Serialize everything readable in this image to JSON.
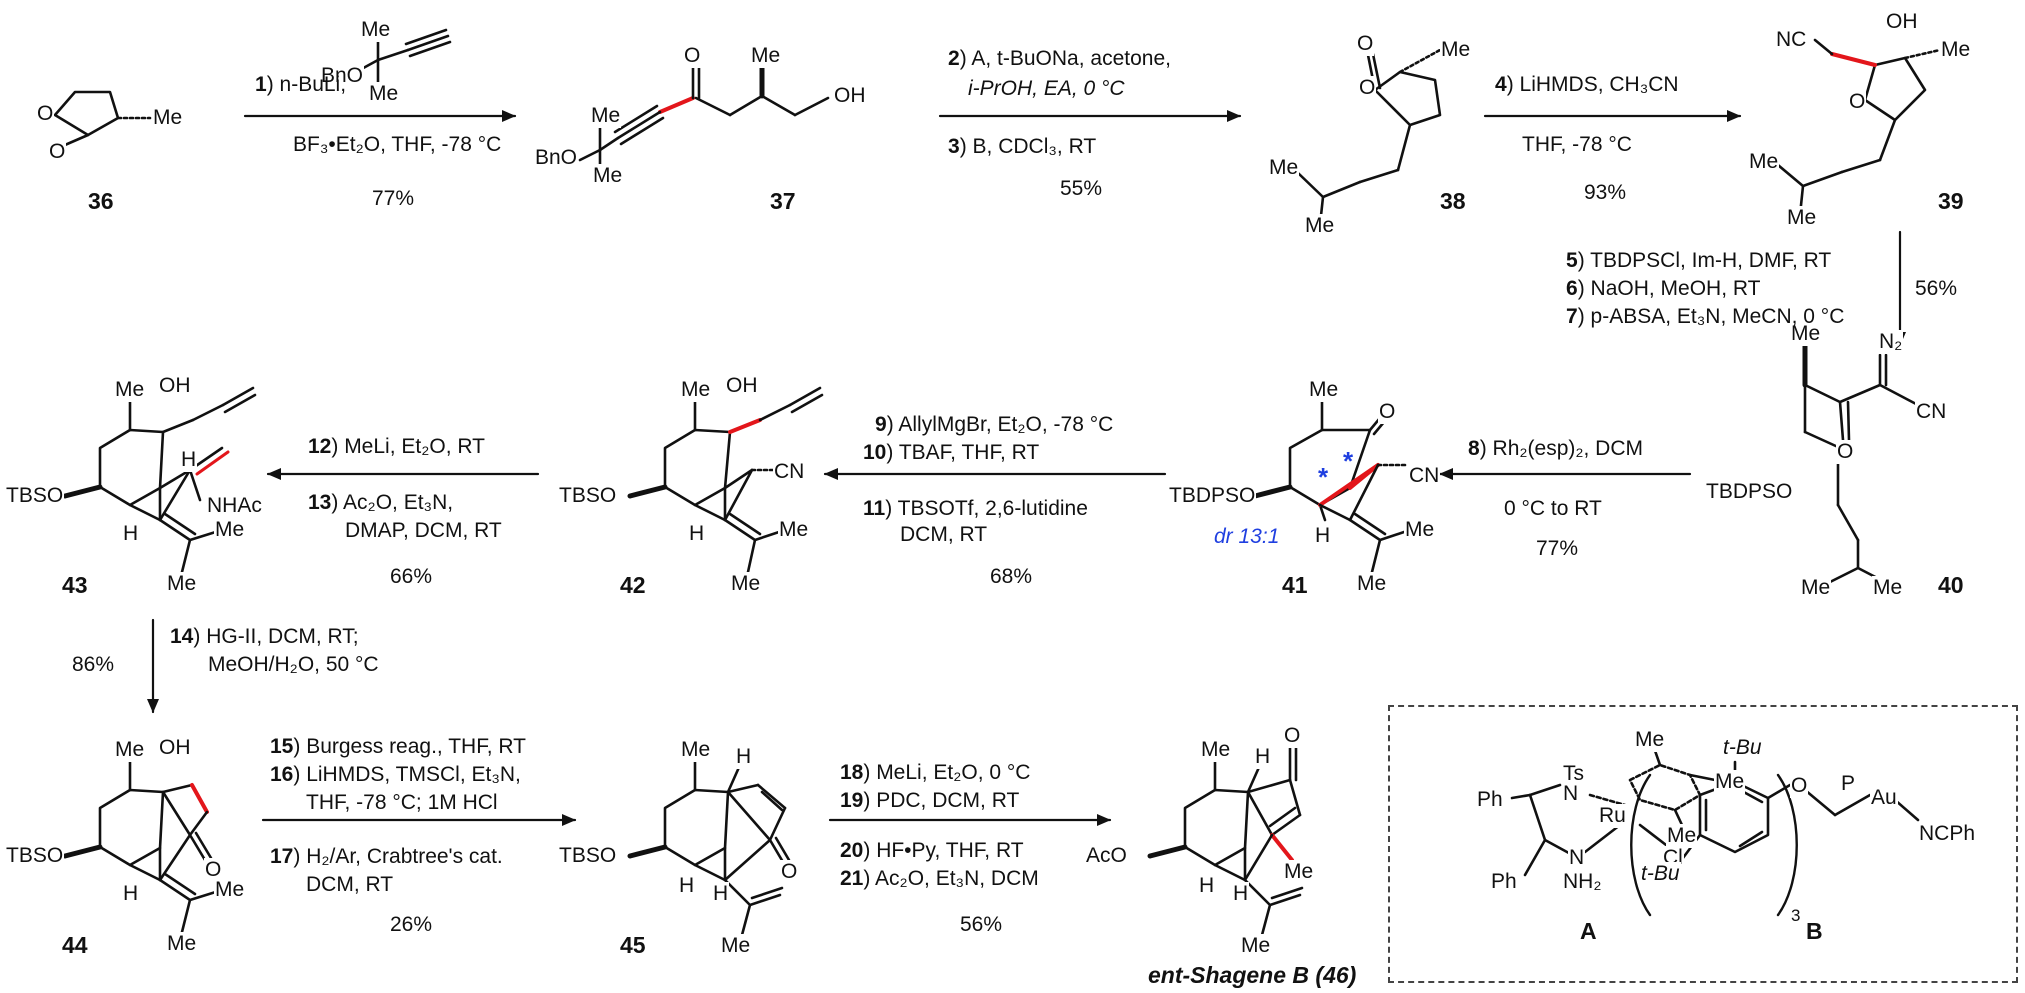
{
  "compounds": {
    "c36": "36",
    "c37": "37",
    "c38": "38",
    "c39": "39",
    "c40": "40",
    "c41": "41",
    "c42": "42",
    "c43": "43",
    "c44": "44",
    "c45": "45",
    "c46": "ent-Shagene B (46)"
  },
  "atoms": {
    "O": "O",
    "Me": "Me",
    "OH": "OH",
    "BnO": "BnO",
    "NC": "NC",
    "CN": "CN",
    "N2": "N₂",
    "TBDPSO": "TBDPSO",
    "TBSO": "TBSO",
    "AcO": "AcO",
    "H": "H",
    "NHAc": "NHAc",
    "Ph": "Ph",
    "Ts": "Ts",
    "N": "N",
    "Ru": "Ru",
    "Cl": "Cl",
    "NH2": "NH₂",
    "tBu": "t-Bu",
    "P": "P",
    "Au": "Au",
    "NCPh": "NCPh",
    "sub3": "3",
    "A": "A",
    "B": "B"
  },
  "steps": {
    "s1_num": "1",
    "s1_line1": " n-BuLi,",
    "s1_line2": "BF₃•Et₂O, THF, -78 °C",
    "s1_yield": "77%",
    "s2_num": "2",
    "s2_line1": " A, t-BuONa, acetone,",
    "s2_line2": "i-PrOH, EA, 0 °C",
    "s3_num": "3",
    "s3_line1": " B, CDCl₃, RT",
    "s23_yield": "55%",
    "s4_num": "4",
    "s4_line1": " LiHMDS, CH₃CN",
    "s4_line2": "THF, -78 °C",
    "s4_yield": "93%",
    "s5_num": "5",
    "s5_text": " TBDPSCl, Im-H, DMF, RT",
    "s6_num": "6",
    "s6_text": " NaOH, MeOH, RT",
    "s7_num": "7",
    "s7_text": " p-ABSA, Et₃N, MeCN, 0 °C",
    "s567_yield": "56%",
    "s8_num": "8",
    "s8_line1": " Rh₂(esp)₂, DCM",
    "s8_line2": "0 °C to RT",
    "s8_yield": "77%",
    "dr": "dr 13:1",
    "s9_num": "9",
    "s9_text": " AllylMgBr, Et₂O, -78 °C",
    "s10_num": "10",
    "s10_text": " TBAF, THF, RT",
    "s11_num": "11",
    "s11_text": " TBSOTf, 2,6-lutidine",
    "s11_text2": "DCM, RT",
    "s91011_yield": "68%",
    "s12_num": "12",
    "s12_text": " MeLi, Et₂O, RT",
    "s13_num": "13",
    "s13_text": " Ac₂O, Et₃N,",
    "s13_text2": "DMAP, DCM, RT",
    "s1213_yield": "66%",
    "s14_num": "14",
    "s14_text": " HG-II, DCM, RT;",
    "s14_text2": "MeOH/H₂O, 50 °C",
    "s14_yield": "86%",
    "s15_num": "15",
    "s15_text": " Burgess reag., THF, RT",
    "s16_num": "16",
    "s16_text": " LiHMDS, TMSCl, Et₃N,",
    "s16_text2": "THF, -78 °C; 1M HCl",
    "s17_num": "17",
    "s17_text": " H₂/Ar, Crabtree's cat.",
    "s17_text2": "DCM, RT",
    "s151617_yield": "26%",
    "s18_num": "18",
    "s18_text": " MeLi, Et₂O, 0 °C",
    "s19_num": "19",
    "s19_text": " PDC, DCM, RT",
    "s20_num": "20",
    "s20_text": " HF•Py, THF, RT",
    "s21_num": "21",
    "s21_text": " Ac₂O, Et₃N, DCM",
    "s18to21_yield": "56%"
  },
  "colors": {
    "bond": "#111111",
    "new_bond": "#e3161b",
    "stereo_note": "#1f3fe0"
  }
}
